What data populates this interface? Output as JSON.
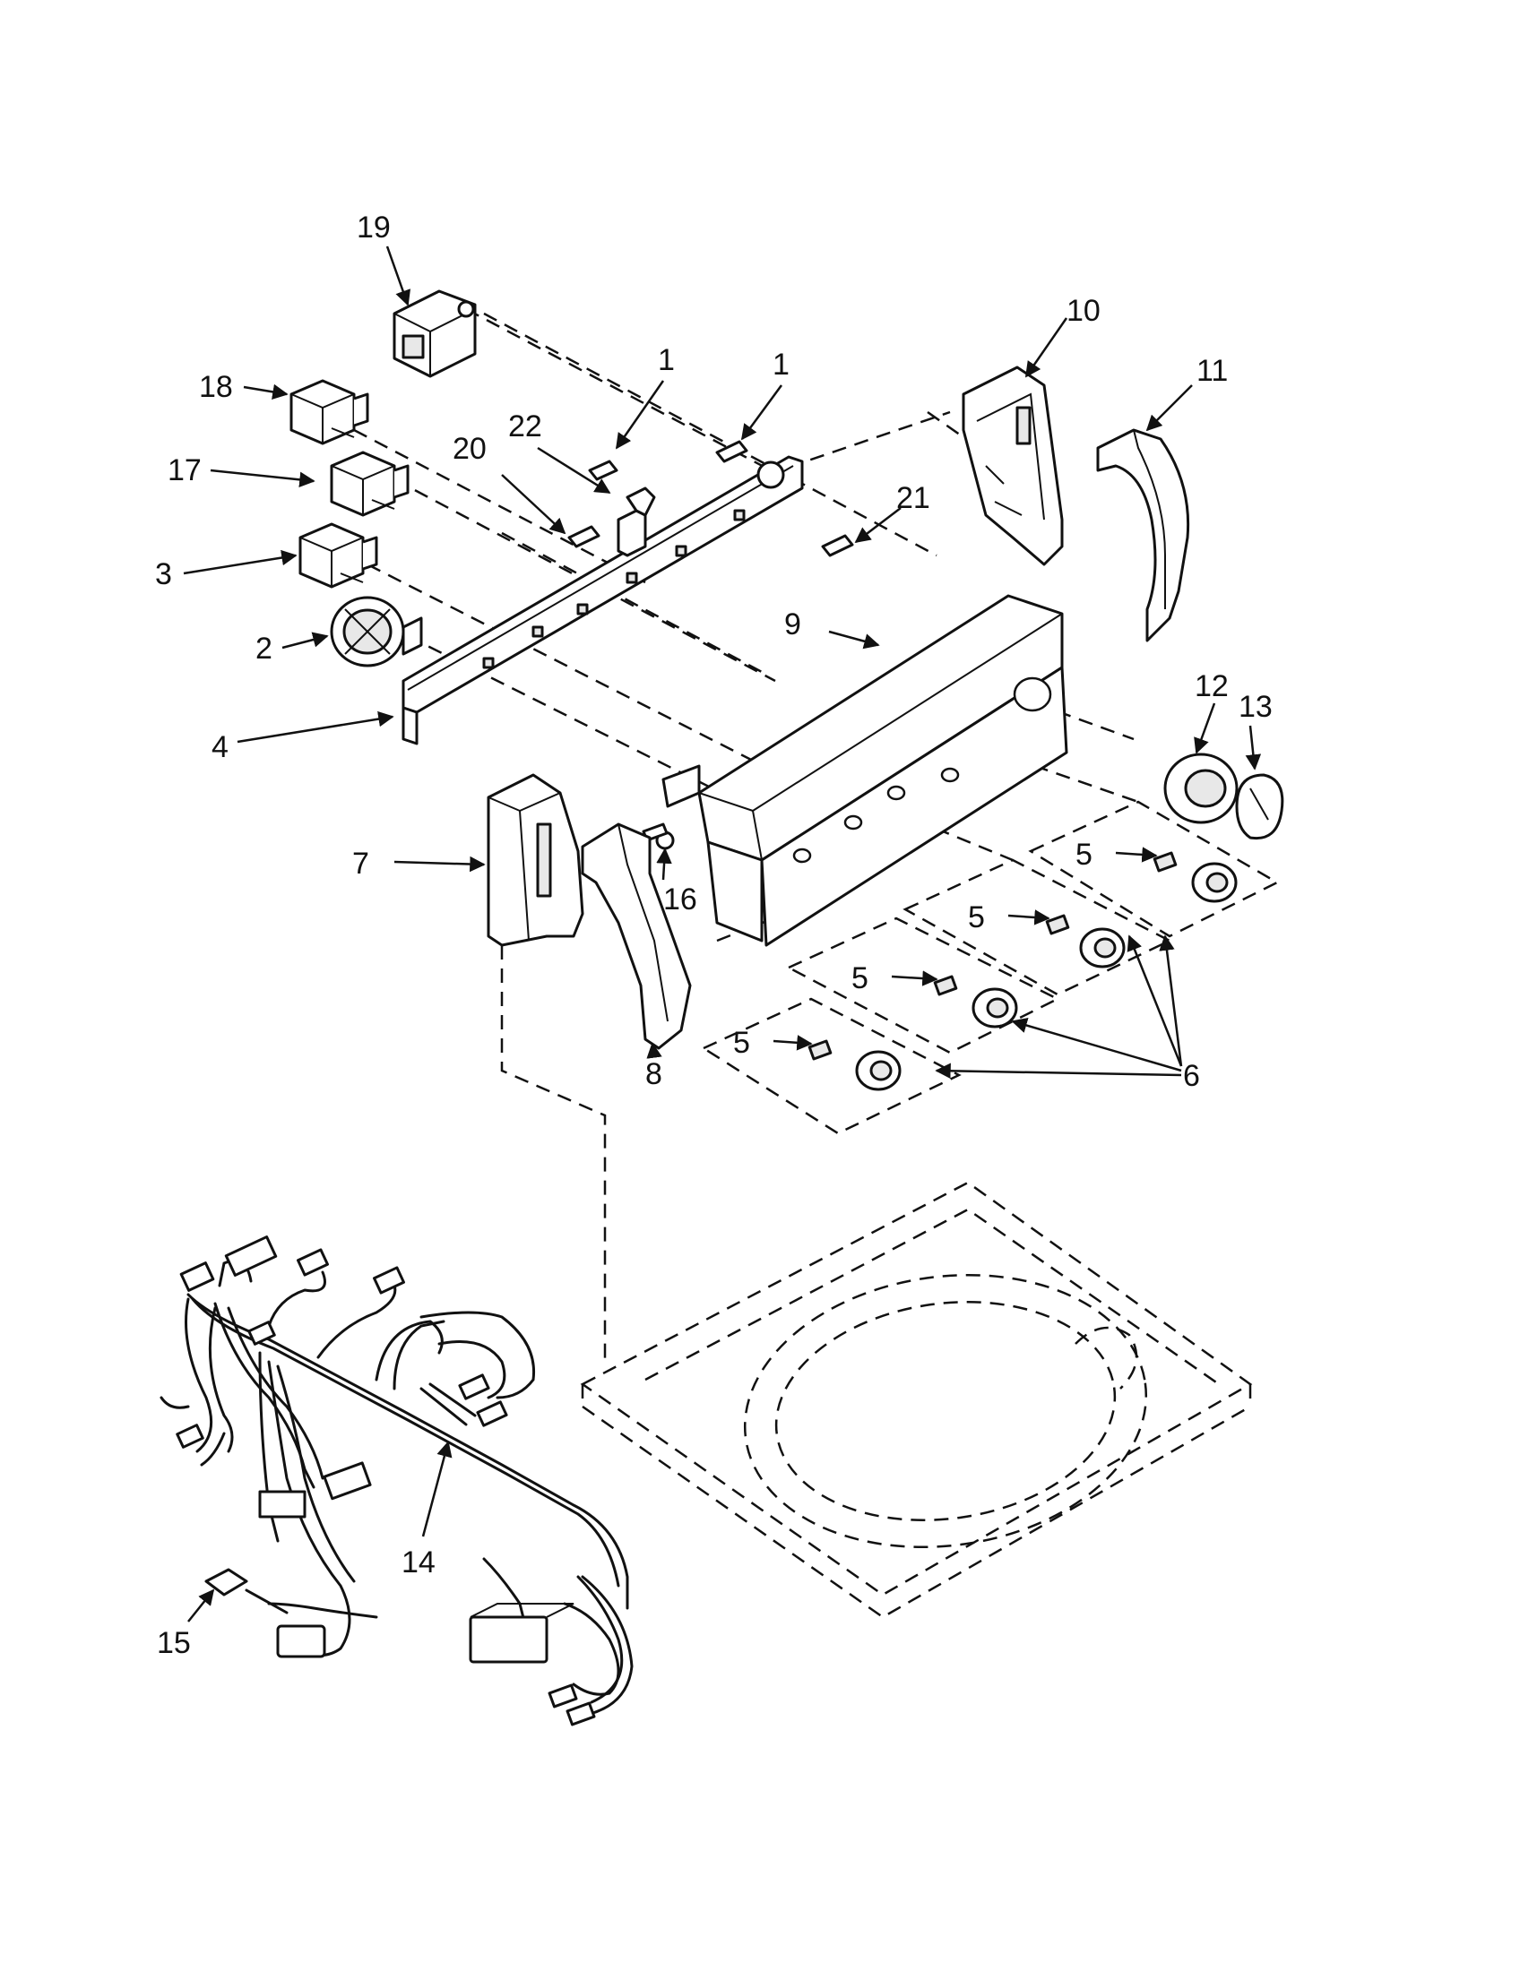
{
  "callouts": [
    {
      "id": "c1a",
      "text": "1"
    },
    {
      "id": "c1b",
      "text": "1"
    },
    {
      "id": "c2",
      "text": "2"
    },
    {
      "id": "c3",
      "text": "3"
    },
    {
      "id": "c4",
      "text": "4"
    },
    {
      "id": "c5a",
      "text": "5"
    },
    {
      "id": "c5b",
      "text": "5"
    },
    {
      "id": "c5c",
      "text": "5"
    },
    {
      "id": "c5d",
      "text": "5"
    },
    {
      "id": "c6",
      "text": "6"
    },
    {
      "id": "c7",
      "text": "7"
    },
    {
      "id": "c8",
      "text": "8"
    },
    {
      "id": "c9",
      "text": "9"
    },
    {
      "id": "c10",
      "text": "10"
    },
    {
      "id": "c11",
      "text": "11"
    },
    {
      "id": "c12",
      "text": "12"
    },
    {
      "id": "c13",
      "text": "13"
    },
    {
      "id": "c14",
      "text": "14"
    },
    {
      "id": "c15",
      "text": "15"
    },
    {
      "id": "c16",
      "text": "16"
    },
    {
      "id": "c17",
      "text": "17"
    },
    {
      "id": "c18",
      "text": "18"
    },
    {
      "id": "c19",
      "text": "19"
    },
    {
      "id": "c20",
      "text": "20"
    },
    {
      "id": "c21",
      "text": "21"
    },
    {
      "id": "c22",
      "text": "22"
    }
  ]
}
